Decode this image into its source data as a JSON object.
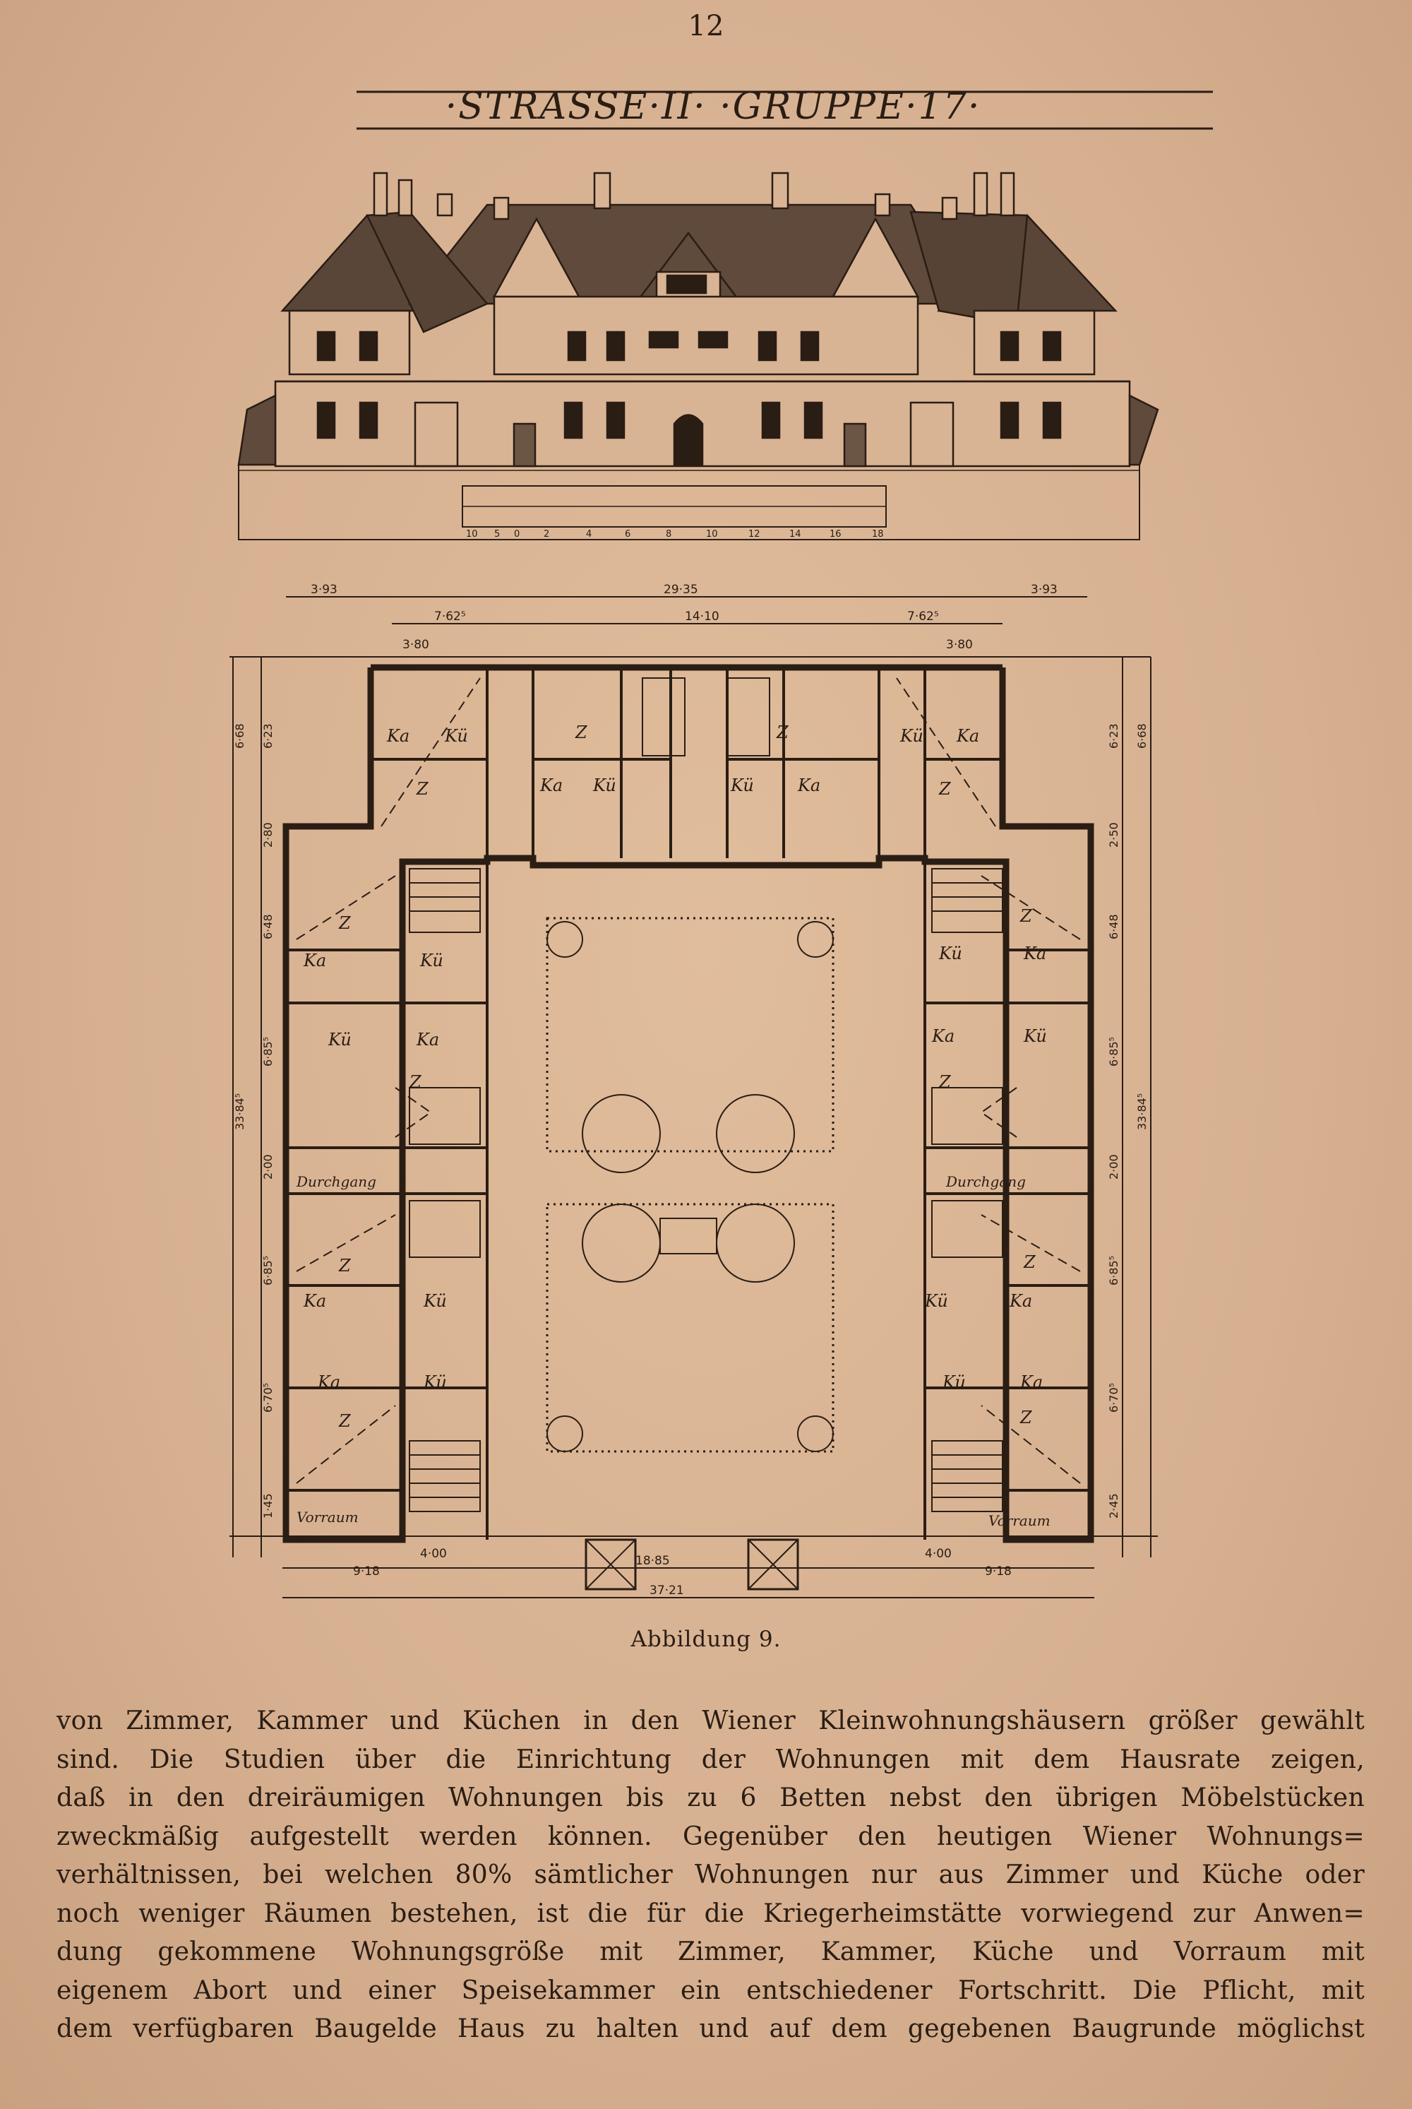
{
  "page": {
    "page_number": "12",
    "heading": "·STRASSE·II· ·GRUPPE·17·",
    "caption": "Abbildung 9."
  },
  "elevation": {
    "scale_labels": [
      "10",
      "5",
      "0",
      "2",
      "4",
      "6",
      "8",
      "10",
      "12",
      "14",
      "16",
      "18"
    ]
  },
  "plan": {
    "dim_top": [
      "3·93",
      "29·35",
      "3·93"
    ],
    "dim_top2": [
      "7·62⁵",
      "14·10",
      "7·62⁵"
    ],
    "dim_top3": [
      "3·80",
      "3·80"
    ],
    "dim_left": [
      "6·68",
      "6·23",
      "2·80",
      "6·48",
      "6·85⁵",
      "33·84⁵",
      "2·00",
      "6·85⁵",
      "6·70⁵",
      "1·45"
    ],
    "dim_right": [
      "6·23",
      "6·68",
      "2·50",
      "6·48",
      "6·85⁵",
      "33·84⁵",
      "2·00",
      "6·85⁵",
      "6·70⁵",
      "2·45"
    ],
    "dim_bottom": [
      "9·18",
      "4·00",
      "18·85",
      "4·00",
      "9·18",
      "37·21"
    ],
    "room_labels": {
      "zimmer": "Z",
      "kammer": "Ka",
      "kueche": "Kü",
      "durchgang": "Durchgang",
      "vorraum": "Vorraum"
    }
  },
  "body": {
    "lines": [
      "von Zimmer, Kammer und Küchen in den Wiener Kleinwohnungshäusern größer gewählt",
      "sind. Die Studien über die Einrichtung der Wohnungen mit dem Hausrate zeigen,",
      "daß in den dreiräumigen Wohnungen bis zu 6 Betten nebst den übrigen Möbelstücken",
      "zweckmäßig aufgestellt werden können. Gegenüber den heutigen Wiener Wohnungs=",
      "verhältnissen, bei welchen 80% sämtlicher Wohnungen nur aus Zimmer und Küche oder",
      "noch weniger Räumen bestehen, ist die für die Kriegerheimstätte vorwiegend zur Anwen=",
      "dung gekommene Wohnungsgröße mit Zimmer, Kammer, Küche und Vorraum mit",
      "eigenem Abort und einer Speisekammer ein entschiedener Fortschritt. Die Pflicht, mit",
      "dem verfügbaren Baugelde Haus zu halten und auf dem gegebenen Baugrunde möglichst"
    ]
  },
  "colors": {
    "paper": "#d9b494",
    "ink": "#2a1d14"
  }
}
